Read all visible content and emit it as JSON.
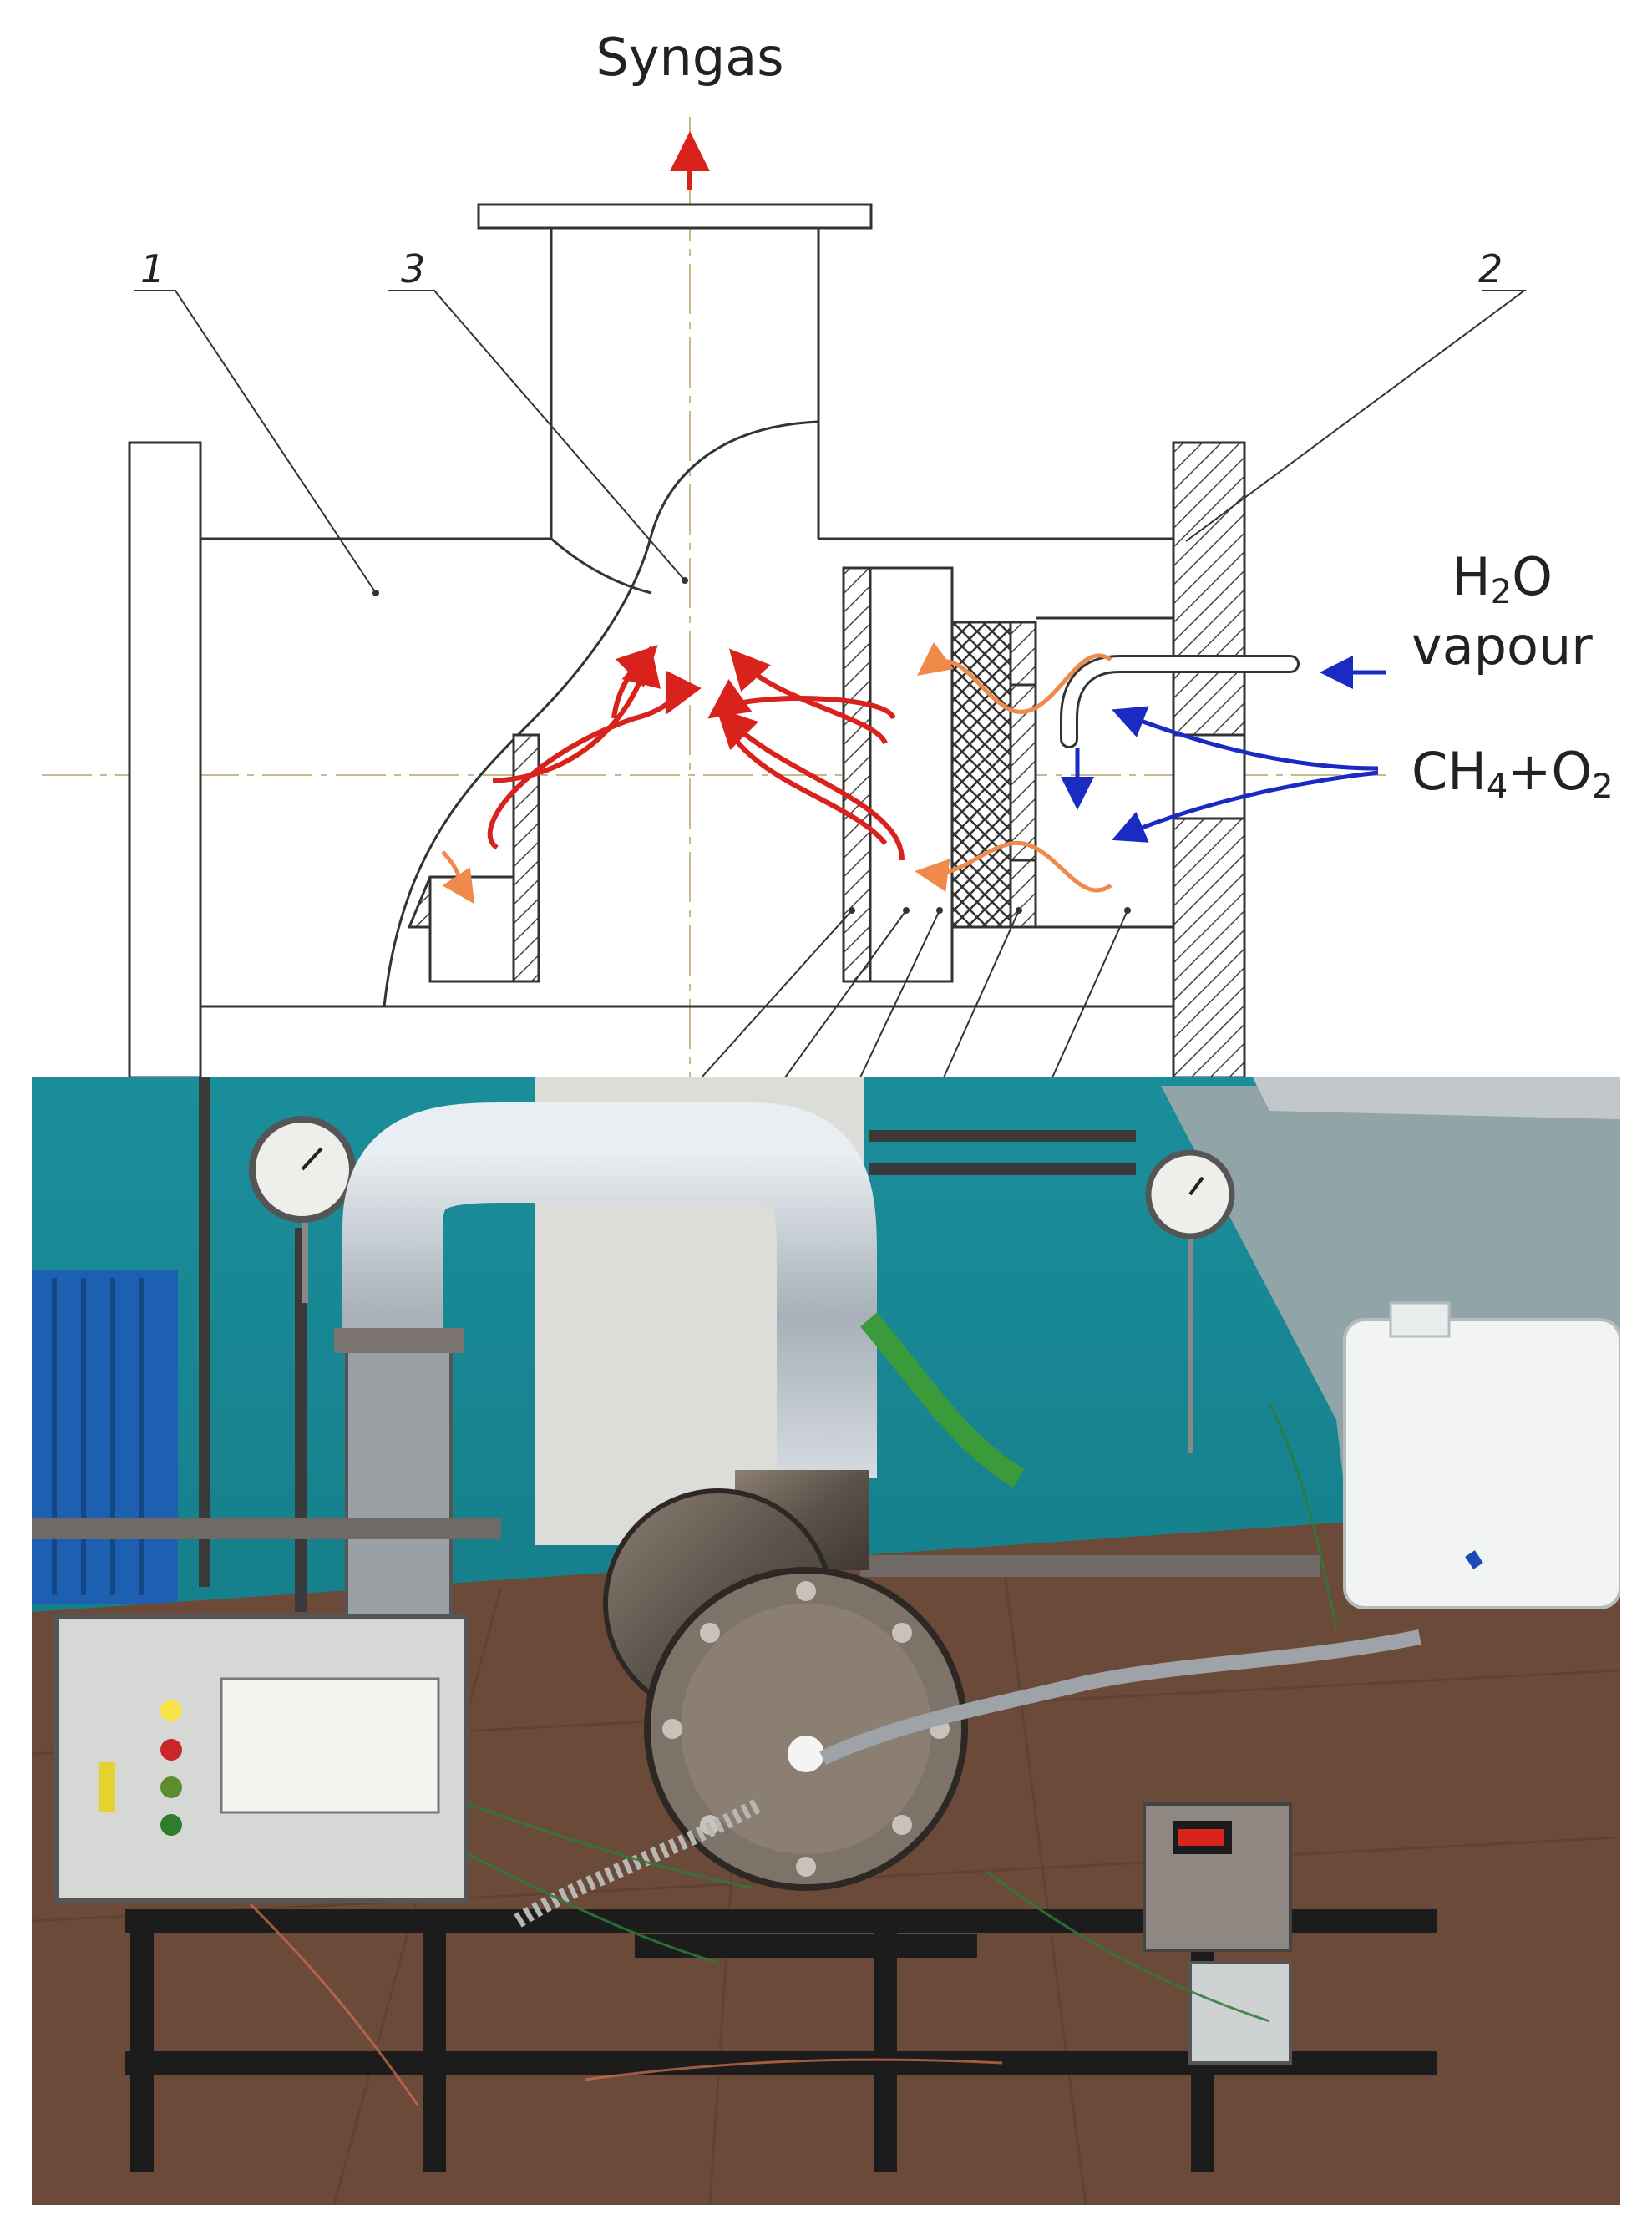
{
  "diagram": {
    "outlet_label": "Syngas",
    "inlet_vapour_line1": "H",
    "inlet_vapour_sub": "2",
    "inlet_vapour_line1b": "O",
    "inlet_vapour_line2": "vapour",
    "inlet_fuel_ch": "CH",
    "inlet_fuel_sub4": "4",
    "inlet_fuel_plus": "+O",
    "inlet_fuel_sub2": "2",
    "callout_1": "1",
    "callout_2": "2",
    "callout_3": "3"
  },
  "photo": {
    "description_hidden": ""
  },
  "colors": {
    "product_flow": "#d9221c",
    "heat_flow": "#f08a4b",
    "inlet_flow": "#1a2bc4",
    "line": "#333333",
    "wall_hatch": "#444444",
    "teal_wall": "#1f8a96",
    "floor": "#6b4a3a"
  }
}
